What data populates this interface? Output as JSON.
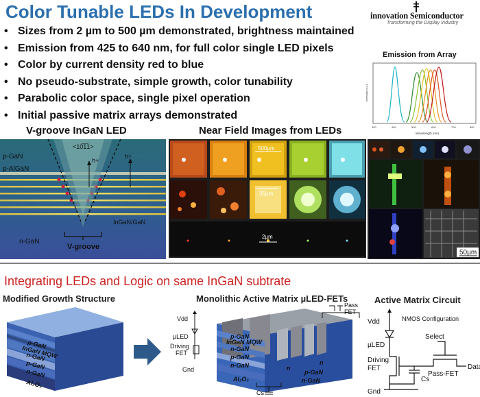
{
  "slide": {
    "title": "Color Tunable LEDs In Development",
    "logo": {
      "name": "innovation Semiconductor",
      "tagline": "Transforming the Display Industry"
    },
    "bullets": [
      "Sizes from 2 µm to 500 µm demonstrated, brightness maintained",
      "Emission from 425 to 640 nm, for full color single LED pixels",
      "Color by current density red to blue",
      "No pseudo-substrate, simple growth, color tunability",
      "Parabolic color space, single pixel operation",
      "Initial passive matrix arrays demonstrated"
    ],
    "emission": {
      "title": "Emission from Array",
      "ylabel": "Intensity (a.u.)",
      "xlabel": "Wavelength (nm)",
      "ticks": [
        "300",
        "400",
        "500",
        "600",
        "700",
        "800"
      ]
    },
    "vgroove": {
      "title": "V-groove InGaN LED",
      "labels": {
        "pgan": "p-GaN",
        "palgan": "p-AlGaN",
        "orient": "<10̅1̅1>",
        "h1": "h+",
        "h2": "h+",
        "ingan": "InGaN/GaN",
        "ngan": "n-GaN",
        "groove": "V-groove"
      }
    },
    "nearfield": {
      "title": "Near Field Images from LEDs",
      "scale_500": "500µm",
      "scale_35": "35µm",
      "scale_2": "2µm",
      "scale_50": "50µm"
    },
    "bottom": {
      "title": "Integrating LEDs and Logic on same InGaN subtrate",
      "growth": {
        "title": "Modified Growth Structure",
        "layers": [
          "p-GaN",
          "InGaN MQW",
          "n-GaN",
          "p-GaN",
          "n-GaN",
          "Al₂O₃"
        ]
      },
      "matrix": {
        "title": "Monolithic Active Matrix µLED-FETs",
        "labels": {
          "vdd": "Vdd",
          "uled": "µLED",
          "driving": "Driving",
          "fet": "FET",
          "gnd": "Gnd",
          "pass": "Pass",
          "passfet": "FET",
          "cs": "Cs",
          "n1": "n",
          "n2": "n",
          "pgan": "p-GaN",
          "ngan": "n-GaN",
          "al2o3": "Al₂O₃"
        },
        "layers": [
          "p-GaN",
          "InGaN MQW",
          "n-GaN",
          "p-GaN",
          "n-GaN"
        ]
      },
      "circuit": {
        "title": "Active Matrix Circuit",
        "labels": {
          "vdd": "Vdd",
          "nmos": "NMOS Configuration",
          "uled": "µLED",
          "select": "Select",
          "driving": "Driving",
          "fet": "FET",
          "passfet": "Pass-FET",
          "data": "Data",
          "cs": "Cs",
          "gnd": "Gnd"
        }
      }
    }
  },
  "colors": {
    "title": "#2b6fae",
    "red_title": "#cc2222",
    "layer_blue": "#4a72c4"
  }
}
